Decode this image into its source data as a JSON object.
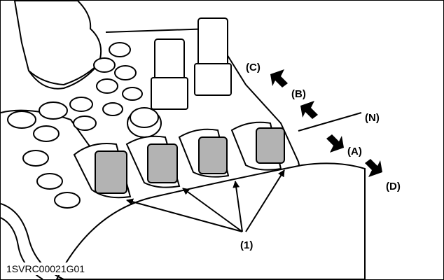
{
  "callouts": {
    "C": "(C)",
    "B": "(B)",
    "N": "(N)",
    "A": "(A)",
    "D": "(D)",
    "one": "(1)"
  },
  "figure_code": "1SVRC00021G01",
  "colors": {
    "line": "#000000",
    "lever_fill": "#b3b3b3",
    "paper": "#ffffff",
    "shade": "#e6e6e6"
  },
  "icons": {
    "arrow": "bold-direction-arrow",
    "lever": "control-lever"
  }
}
